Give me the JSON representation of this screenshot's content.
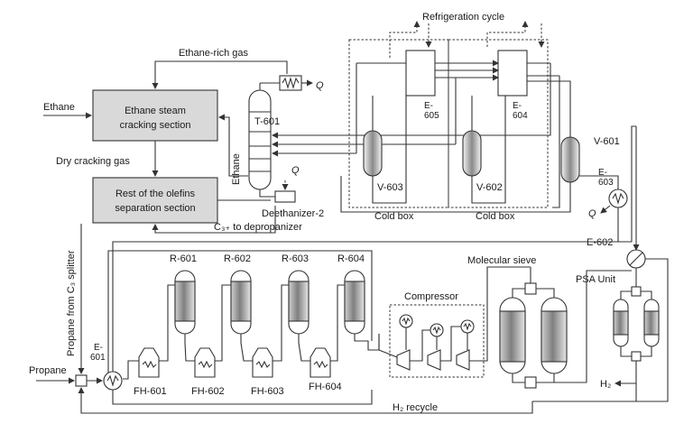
{
  "labels": {
    "refrigeration_cycle": "Refrigeration cycle",
    "ethane_rich_gas": "Ethane-rich gas",
    "ethane_feed": "Ethane",
    "steam_cracking": [
      "Ethane steam",
      "cracking section"
    ],
    "dry_cracking_gas": "Dry cracking gas",
    "olefins_separation": [
      "Rest of the olefins",
      "separation section"
    ],
    "c3_depropanizer": "C₃₊ to depropanizer",
    "propane_from_splitter": "Propane from C₃ splitter",
    "t601": "T-601",
    "q_top": "Q",
    "q_mid": "Q",
    "q_e603": "Q",
    "ethane_vertical": "Ethane",
    "deethanizer": "Deethanizer-2",
    "e605": [
      "E-",
      "605"
    ],
    "e604": [
      "E-",
      "604"
    ],
    "v603": "V-603",
    "v602": "V-602",
    "v601": "V-601",
    "e603": [
      "E-",
      "603"
    ],
    "cold_box_1": "Cold box",
    "cold_box_2": "Cold box",
    "e602": "E-602",
    "psa_unit": "PSA Unit",
    "molecular_sieve": "Molecular sieve",
    "compressor": "Compressor",
    "r601": "R-601",
    "r602": "R-602",
    "r603": "R-603",
    "r604": "R-604",
    "fh601": "FH-601",
    "fh602": "FH-602",
    "fh603": "FH-603",
    "fh604": "FH-604",
    "e601": [
      "E-",
      "601"
    ],
    "propane": "Propane",
    "h2": "H₂",
    "h2_recycle": "H₂ recycle"
  },
  "colors": {
    "line": "#333333",
    "unit_fill": "#d9d9d9",
    "vessel_gradient_dark": "#8a8a8a",
    "vessel_gradient_light": "#f2f2f2"
  }
}
